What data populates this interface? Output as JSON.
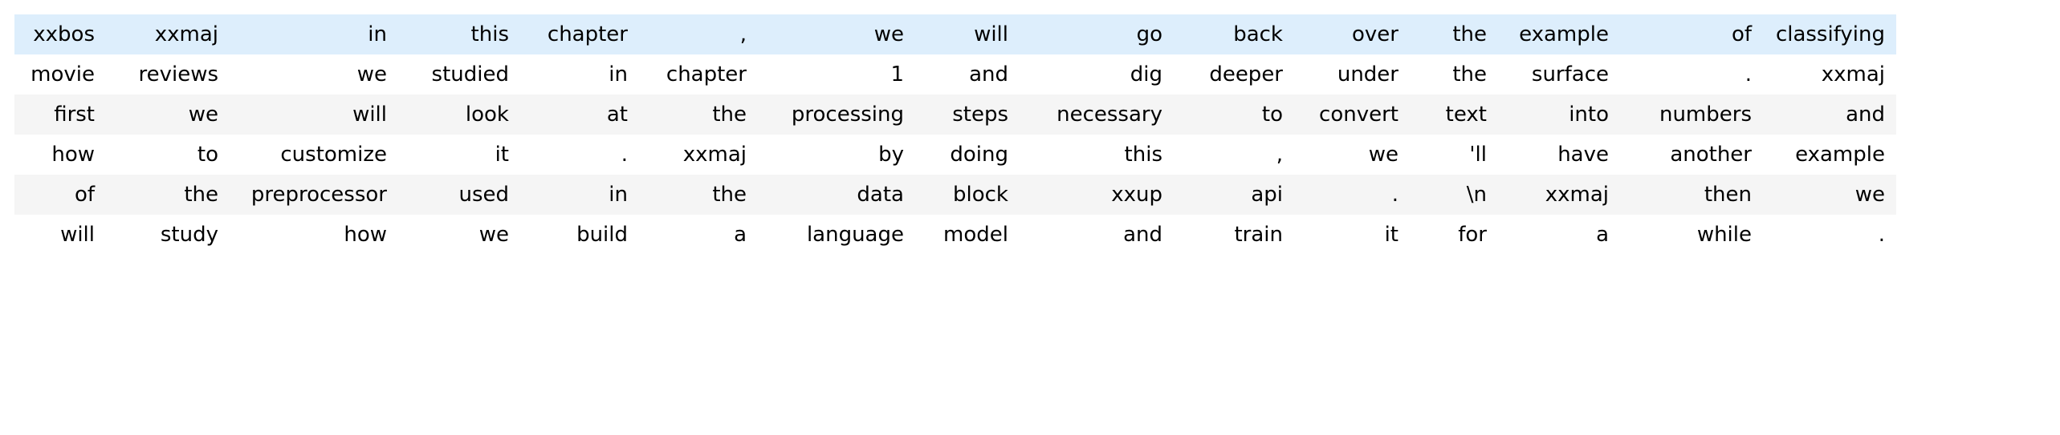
{
  "table": {
    "name": "tokenized-text-table",
    "columns": 16,
    "row_count": 6,
    "colors": {
      "highlight_row_bg": "#ddeefc",
      "shaded_row_bg": "#f5f5f5",
      "plain_row_bg": "#ffffff",
      "text": "#000000",
      "page_bg": "#ffffff"
    },
    "row_styles": [
      "highlight",
      "plain",
      "shade",
      "plain",
      "shade",
      "plain"
    ],
    "rows": [
      [
        "xxbos",
        "xxmaj",
        "in",
        "this",
        "chapter",
        ",",
        "we",
        "will",
        "go",
        "back",
        "over",
        "the",
        "example",
        "of",
        "classifying"
      ],
      [
        "movie",
        "reviews",
        "we",
        "studied",
        "in",
        "chapter",
        "1",
        "and",
        "dig",
        "deeper",
        "under",
        "the",
        "surface",
        ".",
        "xxmaj"
      ],
      [
        "first",
        "we",
        "will",
        "look",
        "at",
        "the",
        "processing",
        "steps",
        "necessary",
        "to",
        "convert",
        "text",
        "into",
        "numbers",
        "and"
      ],
      [
        "how",
        "to",
        "customize",
        "it",
        ".",
        "xxmaj",
        "by",
        "doing",
        "this",
        ",",
        "we",
        "'ll",
        "have",
        "another",
        "example"
      ],
      [
        "of",
        "the",
        "preprocessor",
        "used",
        "in",
        "the",
        "data",
        "block",
        "xxup",
        "api",
        ".",
        "\\n",
        "xxmaj",
        "then",
        "we"
      ],
      [
        "will",
        "study",
        "how",
        "we",
        "build",
        "a",
        "language",
        "model",
        "and",
        "train",
        "it",
        "for",
        "a",
        "while",
        "."
      ]
    ]
  }
}
